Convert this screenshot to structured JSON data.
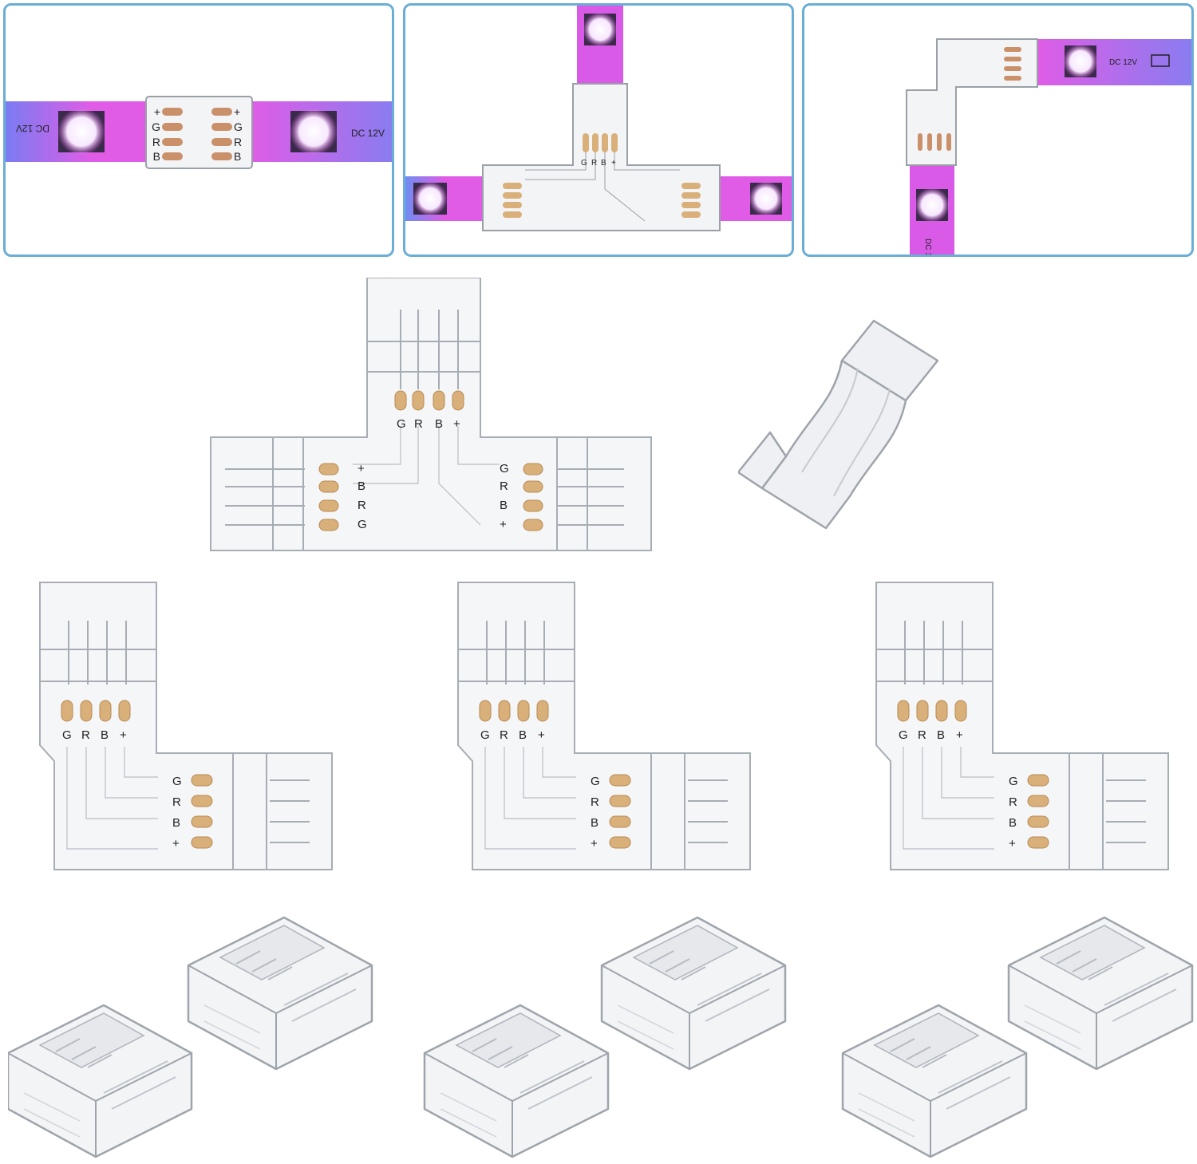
{
  "colors": {
    "strip_pink": "#e05ce6",
    "strip_blue": "#7a7cf2",
    "led_white": "#fbf6ff",
    "panel_border": "#6aaed6",
    "connector_clear": "#f3f4f6",
    "connector_edge": "#9aa0a8",
    "pin_gold": "#d9b07a"
  },
  "strip_label": "DC 12V",
  "strip_label_cut": "DC 1",
  "pins": {
    "g": "G",
    "r": "R",
    "b": "B",
    "plus": "+"
  }
}
